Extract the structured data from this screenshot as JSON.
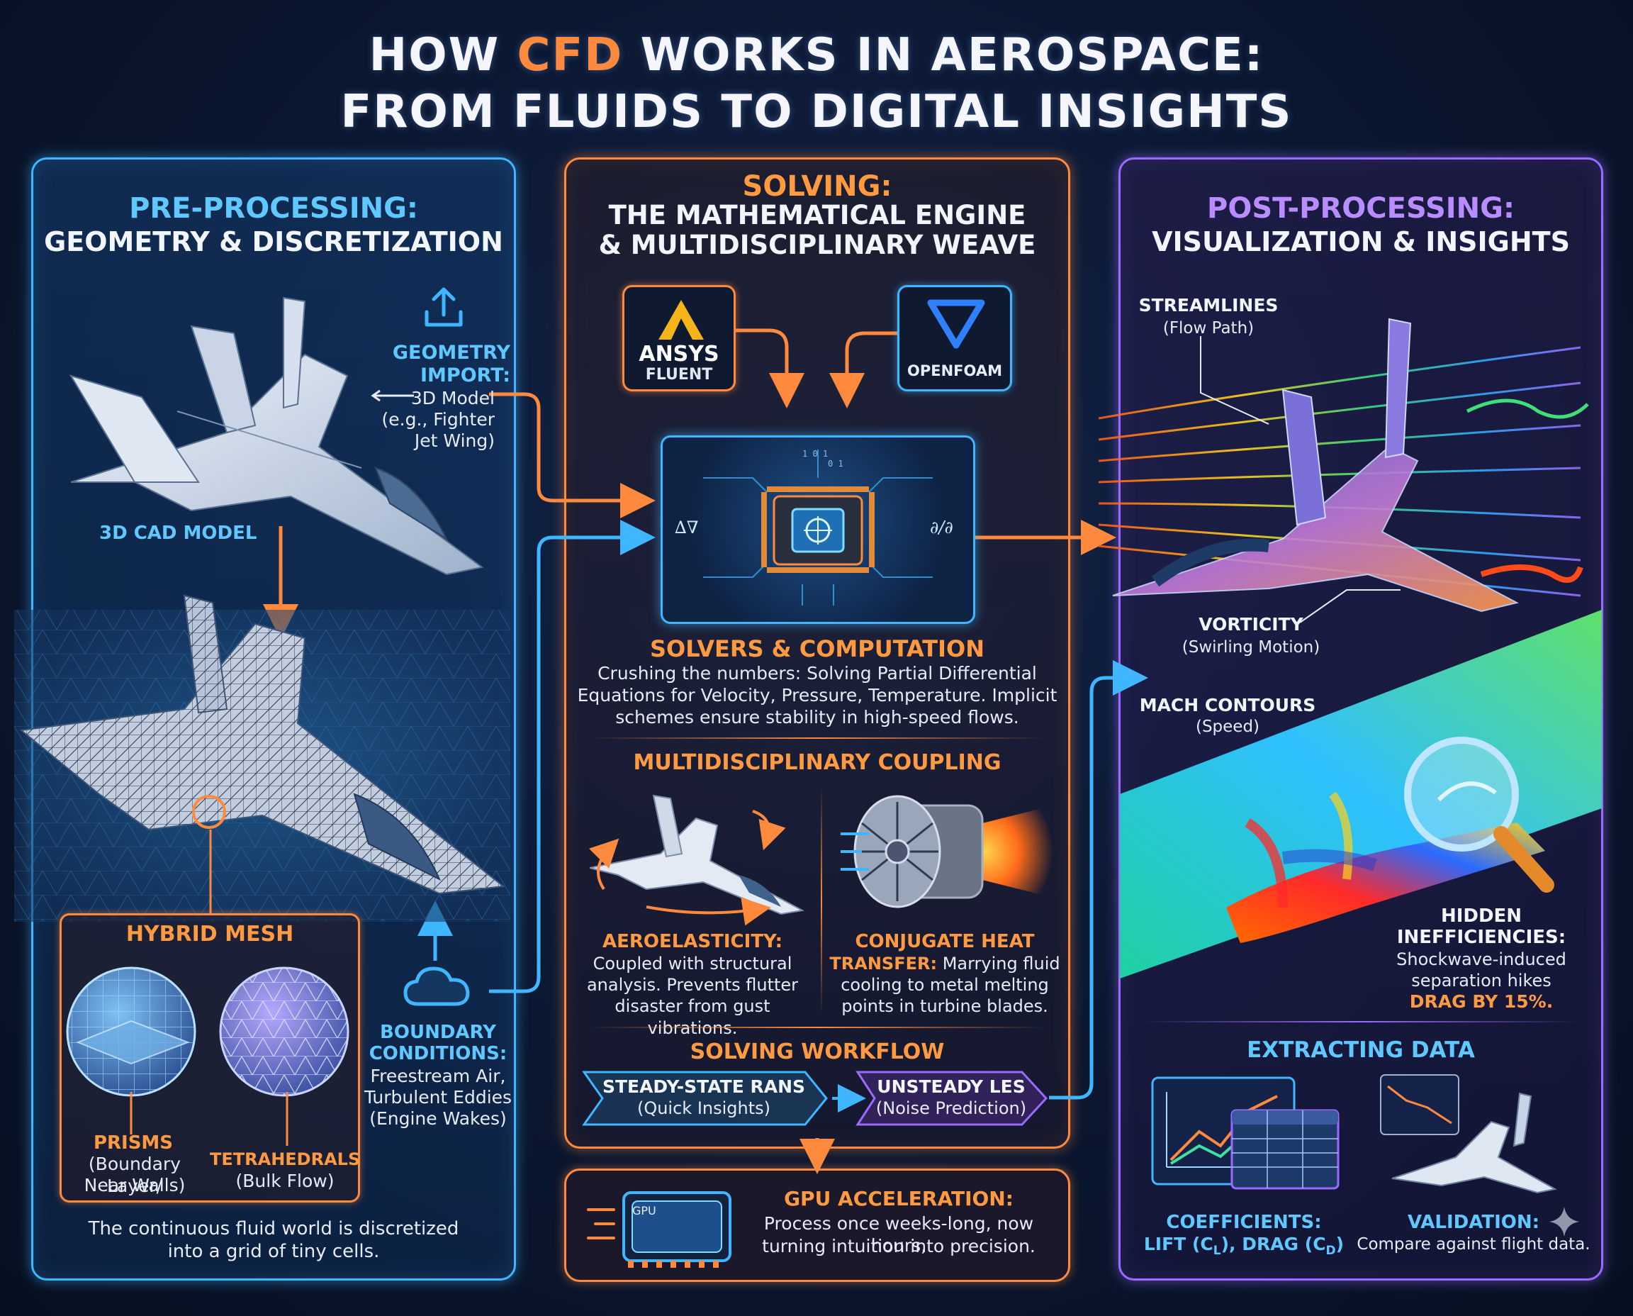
{
  "title": {
    "line1_pre": "HOW ",
    "line1_hl": "CFD",
    "line1_post": " WORKS IN AEROSPACE:",
    "line2": "FROM FLUIDS TO DIGITAL INSIGHTS"
  },
  "pre": {
    "heading": "PRE-PROCESSING:",
    "subheading": "GEOMETRY & DISCRETIZATION",
    "geometry_title": "GEOMETRY IMPORT:",
    "geometry_l1": "3D Model",
    "geometry_l2": "(e.g., Fighter",
    "geometry_l3": "Jet Wing)",
    "cad_label": "3D CAD MODEL",
    "mesh_title": "HYBRID MESH",
    "prisms_title": "PRISMS",
    "prisms_l1": "(Boundary Layer/",
    "prisms_l2": "Near Walls)",
    "tetra_title": "TETRAHEDRALS",
    "tetra_l1": "(Bulk Flow)",
    "bc_title1": "BOUNDARY",
    "bc_title2": "CONDITIONS:",
    "bc_l1": "Freestream Air,",
    "bc_l2": "Turbulent Eddies",
    "bc_l3": "(Engine Wakes)",
    "footer_l1": "The continuous fluid world is discretized",
    "footer_l2": "into a grid of tiny cells."
  },
  "solve": {
    "heading": "SOLVING:",
    "sub1": "THE MATHEMATICAL ENGINE",
    "sub2": "& MULTIDISCIPLINARY WEAVE",
    "ansys_name": "ANSYS",
    "ansys_sub": "FLUENT",
    "openfoam": "OPENFOAM",
    "solvers_title": "SOLVERS & COMPUTATION",
    "solvers_l1": "Crushing the numbers: Solving Partial Differential",
    "solvers_l2": "Equations for Velocity, Pressure, Temperature. Implicit",
    "solvers_l3": "schemes ensure stability in high-speed flows.",
    "coupling_title": "MULTIDISCIPLINARY COUPLING",
    "aero_title": "AEROELASTICITY:",
    "aero_l1": "Coupled with structural",
    "aero_l2": "analysis. Prevents flutter",
    "aero_l3": "disaster from gust vibrations.",
    "cht_title1": "CONJUGATE HEAT",
    "cht_title2": "TRANSFER:",
    "cht_l1": " Marrying fluid",
    "cht_l2": "cooling to metal melting",
    "cht_l3": "points in turbine blades.",
    "workflow_title": "SOLVING WORKFLOW",
    "rans_title": "STEADY-STATE RANS",
    "rans_sub": "(Quick Insights)",
    "les_title": "UNSTEADY LES",
    "les_sub": "(Noise Prediction)",
    "chip_left": "∆∇",
    "chip_right": "∂/∂",
    "gpu_badge": "GPU",
    "gpu_title": "GPU ACCELERATION:",
    "gpu_l1": "Process once weeks-long, now hours,",
    "gpu_l2": "turning intuition into precision."
  },
  "post": {
    "heading": "POST-PROCESSING:",
    "subheading": "VISUALIZATION & INSIGHTS",
    "stream_title": "STREAMLINES",
    "stream_sub": "(Flow Path)",
    "vort_title": "VORTICITY",
    "vort_sub": "(Swirling Motion)",
    "mach_title": "MACH CONTOURS",
    "mach_sub": "(Speed)",
    "hidden_t1": "HIDDEN",
    "hidden_t2": "INEFFICIENCIES:",
    "hidden_l1": "Shockwave-induced",
    "hidden_l2": "separation hikes",
    "hidden_l3": "DRAG BY 15%.",
    "extract_title": "EXTRACTING DATA",
    "coef_title": "COEFFICIENTS:",
    "coef_l1": "LIFT (C",
    "coef_l1_sub": "L",
    "coef_l2": "), DRAG (C",
    "coef_l2_sub": "D",
    "coef_l3": ")",
    "valid_title": "VALIDATION:",
    "valid_l1": "Compare against flight data."
  },
  "colors": {
    "pre_accent": "#3fb6ff",
    "solve_accent": "#ff8a3d",
    "post_accent": "#9b6bff"
  },
  "icons": [
    "upload-icon",
    "cloud-icon",
    "ansys-logo-icon",
    "openfoam-logo-icon",
    "chip-icon",
    "gpu-icon",
    "magnifier-icon",
    "chart-icon",
    "table-icon",
    "jet-icon",
    "turbine-icon"
  ]
}
